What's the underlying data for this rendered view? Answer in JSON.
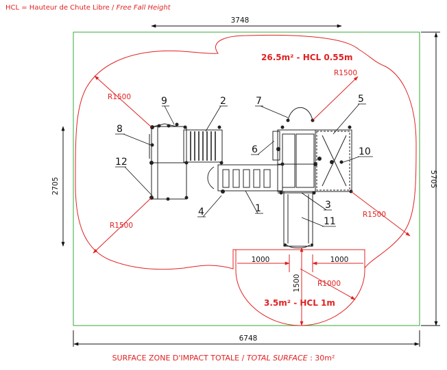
{
  "header": {
    "label_fr": "HCL = Hauteur de Chute Libre",
    "separator": " / ",
    "label_en": "Free Fall Height"
  },
  "dimensions": {
    "top_width": "3748",
    "bottom_width": "6748",
    "left_height": "2705",
    "right_height": "5705",
    "lower_left": "1000",
    "lower_right": "1000",
    "lower_vertical": "1500"
  },
  "radii": {
    "upper_left": "R1500",
    "lower_left": "R1500",
    "upper_right": "R1500",
    "right_middle": "R1500",
    "bottom_zone": "R1000"
  },
  "zones": {
    "main": "26.5m² - HCL 0.55m",
    "slide": "3.5m² - HCL 1m"
  },
  "parts": {
    "p1": "1",
    "p2": "2",
    "p3": "3",
    "p4": "4",
    "p5": "5",
    "p6": "6",
    "p7": "7",
    "p8": "8",
    "p9": "9",
    "p10": "10",
    "p11": "11",
    "p12": "12"
  },
  "footer": {
    "label_fr": "SURFACE ZONE D'IMPACT TOTALE",
    "separator": " / ",
    "label_en": "TOTAL SURFACE",
    "value": " : 30m²"
  },
  "colors": {
    "impact_zone": "#e02020",
    "boundary": "#33aa33",
    "structure": "#222222"
  }
}
